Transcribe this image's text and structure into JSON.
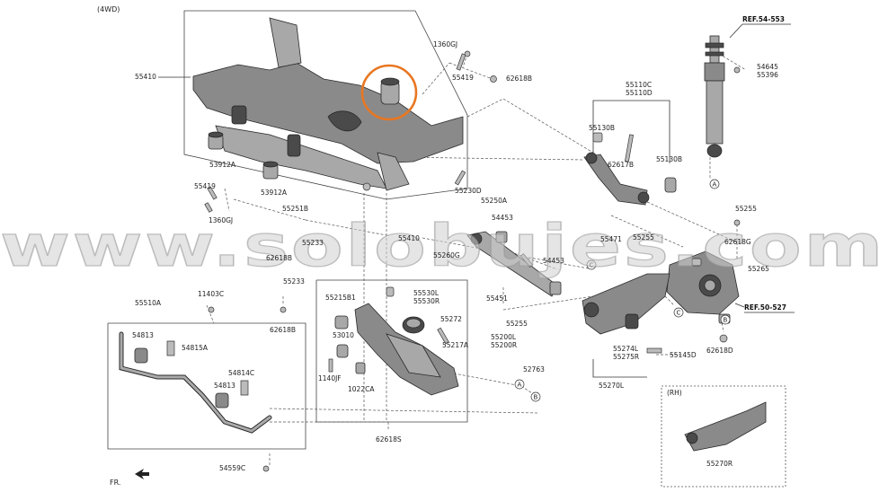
{
  "header": {
    "variant": "(4WD)",
    "front_label": "FR."
  },
  "watermark": "www.solobujes.com",
  "part_labels": {
    "p55410": "55410",
    "p1360GJ_top": "1360GJ",
    "p55419_top": "55419",
    "p62618B_top": "62618B",
    "p55110C": "55110C",
    "p55110D": "55110D",
    "p55130B_a": "55130B",
    "p62617B": "62617B",
    "p55130B_b": "55130B",
    "p53912A_a": "53912A",
    "p53912A_b": "53912A",
    "p55419_left": "55419",
    "p1360GJ_left": "1360GJ",
    "p55230D": "55230D",
    "p55251B": "55251B",
    "p55233_top": "55233",
    "p62618B_mid": "62618B",
    "p55250A": "55250A",
    "p54453": "54453",
    "p55410_wm": "55410",
    "p55260G": "55260G",
    "p55471": "55471",
    "p55255_mid": "55255",
    "p54453_b": "54453",
    "p55255_right": "55255",
    "p62618G": "62618G",
    "p54645": "54645",
    "p55396": "55396",
    "p55510A": "55510A",
    "p11403C": "11403C",
    "p54813_a": "54813",
    "p54815A": "54815A",
    "p54814C": "54814C",
    "p54813_b": "54813",
    "p54559C": "54559C",
    "p55233_low": "55233",
    "p62618B_low": "62618B",
    "p55215B1": "55215B1",
    "p55530L": "55530L",
    "p55530R": "55530R",
    "p55272": "55272",
    "p53010": "53010",
    "p55217A": "55217A",
    "p55200L": "55200L",
    "p55200R": "55200R",
    "p1140JF": "1140JF",
    "p1022CA": "1022CA",
    "p52763": "52763",
    "p55451": "55451",
    "p55255_low": "55255",
    "p62618S": "62618S",
    "p55274L": "55274L",
    "p55275R": "55275R",
    "p55145D": "55145D",
    "p62618D": "62618D",
    "p55270L": "55270L",
    "p55270R": "55270R",
    "p55265": "55265",
    "rh_label": "(RH)",
    "ref_54_553": "REF.54-553",
    "ref_50_527": "REF.50-527"
  },
  "callouts": {
    "A": "A",
    "B": "B",
    "C": "C"
  },
  "colors": {
    "highlight": "#e87722"
  }
}
